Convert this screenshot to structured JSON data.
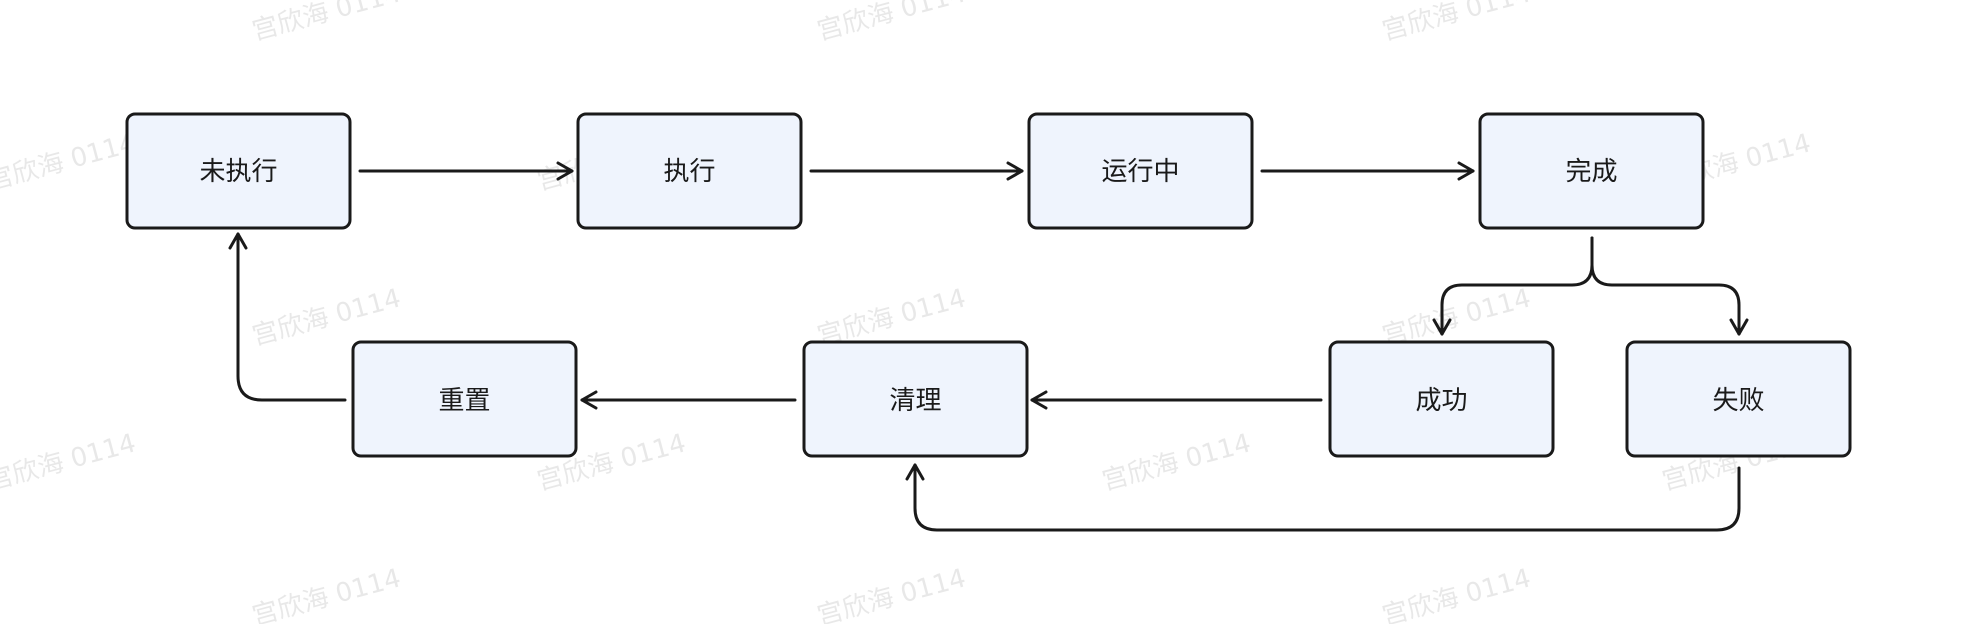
{
  "watermark": "宫欣海 0114",
  "nodes": {
    "not_executed": "未执行",
    "execute": "执行",
    "running": "运行中",
    "complete": "完成",
    "success": "成功",
    "failure": "失败",
    "cleanup": "清理",
    "reset": "重置"
  },
  "edges": [
    {
      "from": "not_executed",
      "to": "execute"
    },
    {
      "from": "execute",
      "to": "running"
    },
    {
      "from": "running",
      "to": "complete"
    },
    {
      "from": "complete",
      "to": "success"
    },
    {
      "from": "complete",
      "to": "failure"
    },
    {
      "from": "success",
      "to": "cleanup"
    },
    {
      "from": "failure",
      "to": "cleanup"
    },
    {
      "from": "cleanup",
      "to": "reset"
    },
    {
      "from": "reset",
      "to": "not_executed"
    }
  ],
  "colors": {
    "node_fill": "#eff4fd",
    "stroke": "#1a1a1a",
    "watermark": "#d6d6d6"
  }
}
